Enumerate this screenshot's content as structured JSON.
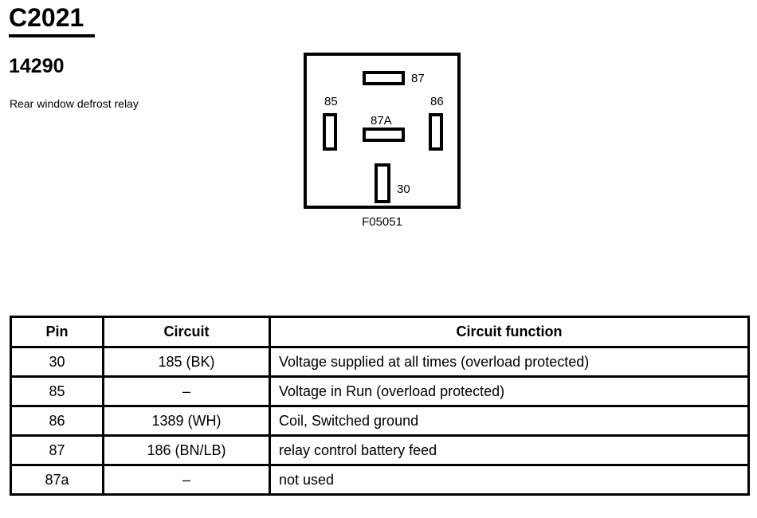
{
  "header": {
    "connector_id": "C2021",
    "part_number": "14290",
    "description": "Rear window defrost relay"
  },
  "relay_diagram": {
    "figure_id": "F05051",
    "terminals": [
      {
        "name": "87",
        "label": "87",
        "orientation": "horizontal"
      },
      {
        "name": "87a",
        "label": "87A",
        "orientation": "horizontal"
      },
      {
        "name": "85",
        "label": "85",
        "orientation": "vertical"
      },
      {
        "name": "86",
        "label": "86",
        "orientation": "vertical"
      },
      {
        "name": "30",
        "label": "30",
        "orientation": "vertical"
      }
    ]
  },
  "pin_table": {
    "columns": [
      "Pin",
      "Circuit",
      "Circuit function"
    ],
    "rows": [
      {
        "pin": "30",
        "circuit": "185 (BK)",
        "function": "Voltage supplied at all times (overload protected)"
      },
      {
        "pin": "85",
        "circuit": "–",
        "function": "Voltage in Run (overload protected)"
      },
      {
        "pin": "86",
        "circuit": "1389 (WH)",
        "function": "Coil, Switched ground"
      },
      {
        "pin": "87",
        "circuit": "186 (BN/LB)",
        "function": "relay control battery feed"
      },
      {
        "pin": "87a",
        "circuit": "–",
        "function": "not used"
      }
    ]
  },
  "colors": {
    "ink": "#000000",
    "paper": "#ffffff"
  }
}
